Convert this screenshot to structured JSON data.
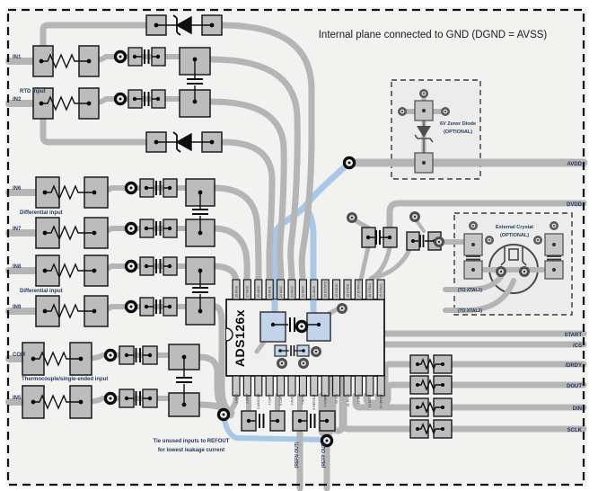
{
  "title": "Internal plane connected to GND (DGND = AVSS)",
  "chip": {
    "label": "ADS126x",
    "top_pins": [
      "28 AIN8",
      "27 AIN9",
      "26 AIN0",
      "25 AIN1",
      "24 AIN2",
      "23 AIN3",
      "22 AIN4",
      "21 AIN5",
      "20 RST/PD",
      "19 DGND",
      "18 DVDD",
      "17 BYPASS",
      "16 XTAL2",
      "15 XTAL1"
    ],
    "bottom_pins": [
      "1 AIN6",
      "2 AIN7",
      "3 AINCOM",
      "4 CAPP",
      "5 CAPN",
      "6 AVDD",
      "7 AVSS",
      "8 REFOUT",
      "9 START",
      "10 /CS",
      "11 SCLK",
      "12 DIN",
      "13 DOUT",
      "14 /DRDY"
    ]
  },
  "left_inputs": {
    "group1": {
      "signal_a": "IN1",
      "signal_b": "IN2",
      "label": "RTD input"
    },
    "group2": {
      "signal_a": "IN6",
      "signal_b": "IN7",
      "label": "Differential input"
    },
    "group3": {
      "signal_a": "IN8",
      "signal_b": "IN9",
      "label": "Differential input"
    },
    "group4": {
      "signal_a": "COM",
      "signal_b": "IN5",
      "label": "Thermocouple/single-ended input"
    }
  },
  "right_rails": {
    "avdd": "AVDD",
    "dvdd": "DVDD",
    "start": "START",
    "cs": "/CS",
    "drdy": "/DRDY",
    "dout": "DOUT",
    "din": "DIN",
    "sclk": "SCLK"
  },
  "zener_box": {
    "line1": "6V Zener Diode",
    "line2": "(OPTIONAL)"
  },
  "crystal_box": {
    "line1": "External Crystal",
    "line2": "(OPTIONAL)",
    "to_xtal1": "(TO XTAL1)",
    "to_xtal2": "(TO XTAL2)"
  },
  "bottom_note": {
    "line1": "Tie unused inputs to REFOUT",
    "line2": "for lowest leakage current"
  },
  "ref_out": {
    "refn": "(REFN OUT)",
    "refp": "(REFP OUT)"
  },
  "colors": {
    "trace": "#b5b5b5",
    "highlight_blue": "#a9c7e6",
    "pad": "#bcbcbc",
    "label_navy": "#243a5e",
    "background": "#f2f2f1"
  }
}
